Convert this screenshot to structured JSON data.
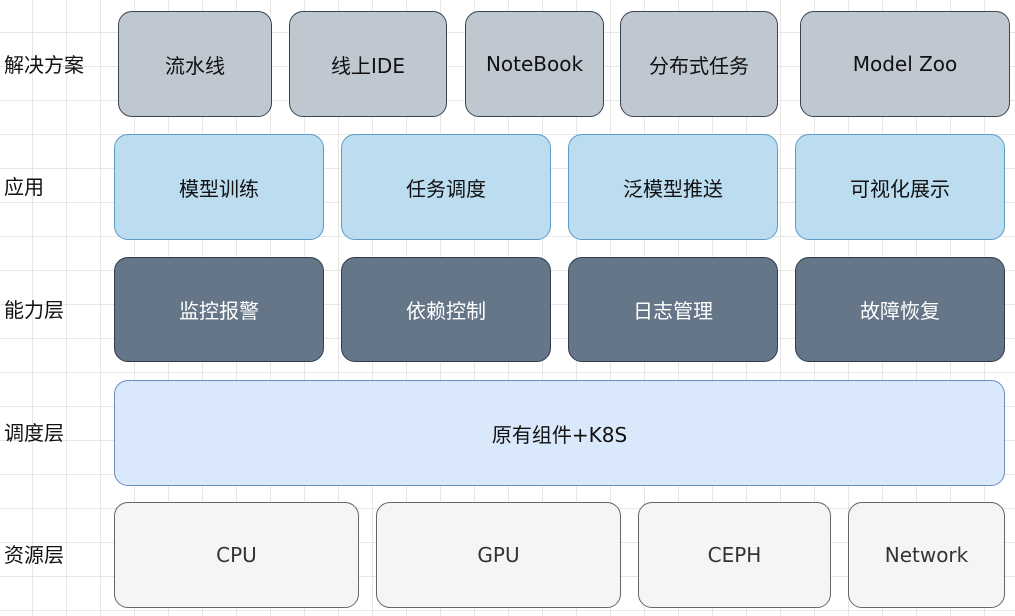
{
  "layers": {
    "solution": "解决方案",
    "application": "应用",
    "capability": "能力层",
    "scheduling": "调度层",
    "resource": "资源层"
  },
  "solution_boxes": [
    "流水线",
    "线上IDE",
    "NoteBook",
    "分布式任务",
    "Model Zoo"
  ],
  "application_boxes": [
    "模型训练",
    "任务调度",
    "泛模型推送",
    "可视化展示"
  ],
  "capability_boxes": [
    "监控报警",
    "依赖控制",
    "日志管理",
    "故障恢复"
  ],
  "scheduling_boxes": [
    "原有组件+K8S"
  ],
  "resource_boxes": [
    "CPU",
    "GPU",
    "CEPH",
    "Network"
  ],
  "colors": {
    "solution_fill": "#bfc7d0",
    "application_fill": "#bcdcf0",
    "capability_fill": "#647687",
    "scheduling_fill": "#dae8fc",
    "resource_fill": "#f5f5f5"
  }
}
